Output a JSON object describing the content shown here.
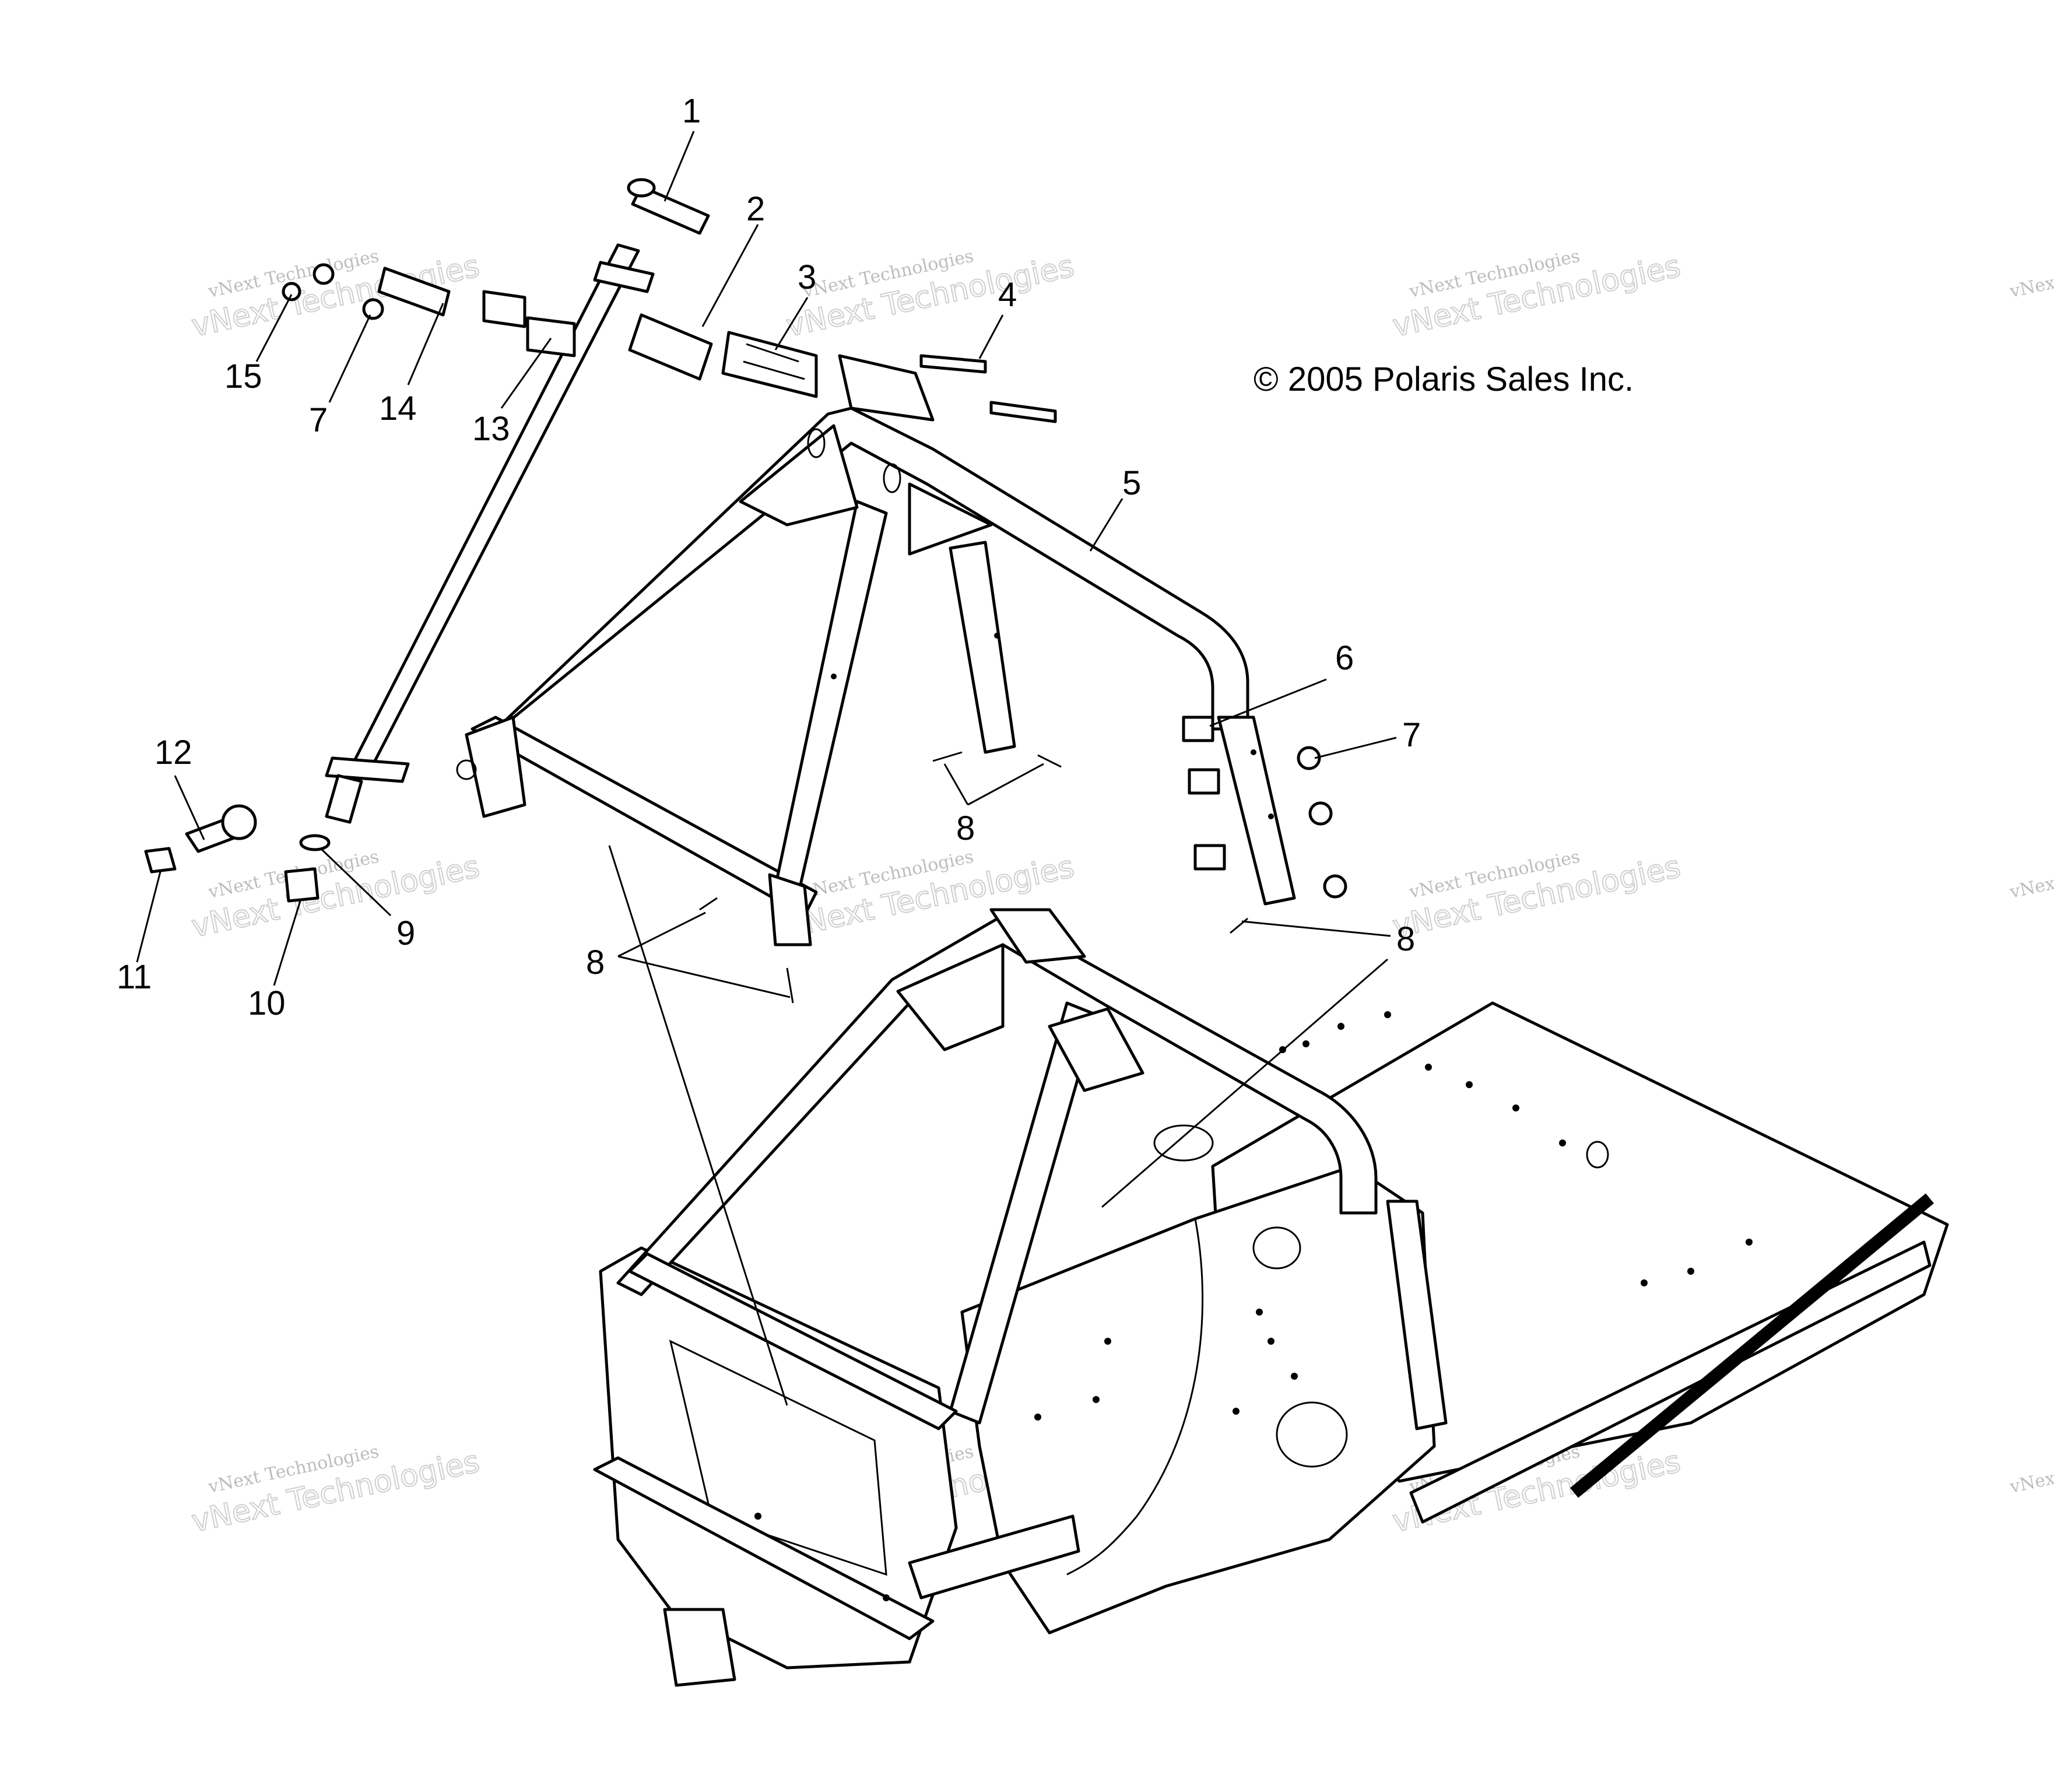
{
  "diagram": {
    "copyright": "© 2005 Polaris Sales Inc.",
    "callouts": [
      {
        "id": "c1",
        "label": "1"
      },
      {
        "id": "c2",
        "label": "2"
      },
      {
        "id": "c3",
        "label": "3"
      },
      {
        "id": "c4",
        "label": "4"
      },
      {
        "id": "c5",
        "label": "5"
      },
      {
        "id": "c6",
        "label": "6"
      },
      {
        "id": "c7a",
        "label": "7"
      },
      {
        "id": "c7b",
        "label": "7"
      },
      {
        "id": "c8a",
        "label": "8"
      },
      {
        "id": "c8b",
        "label": "8"
      },
      {
        "id": "c8c",
        "label": "8"
      },
      {
        "id": "c9",
        "label": "9"
      },
      {
        "id": "c10",
        "label": "10"
      },
      {
        "id": "c11",
        "label": "11"
      },
      {
        "id": "c12",
        "label": "12"
      },
      {
        "id": "c13",
        "label": "13"
      },
      {
        "id": "c14",
        "label": "14"
      },
      {
        "id": "c15",
        "label": "15"
      }
    ],
    "watermark": {
      "line1": "vNext Technologies",
      "line2": "vNext Technologies"
    }
  }
}
